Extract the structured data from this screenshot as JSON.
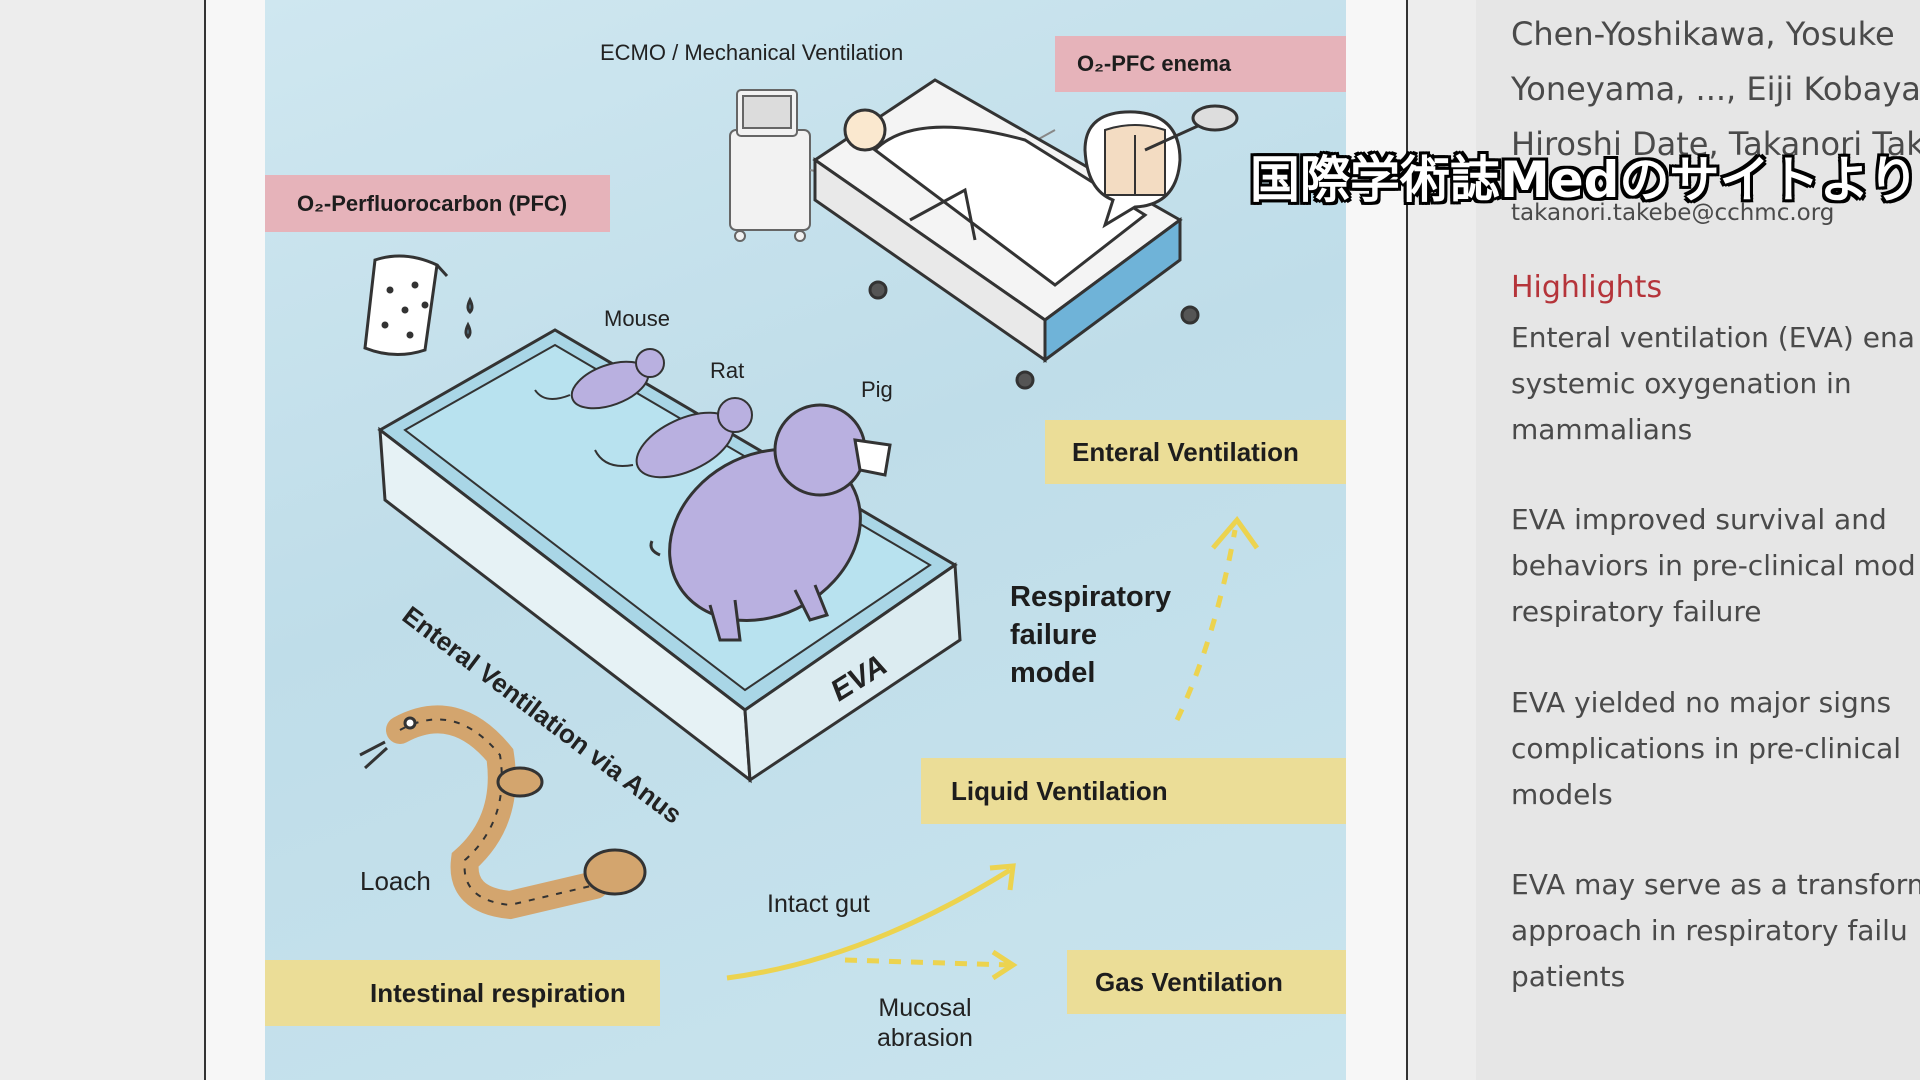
{
  "figure": {
    "ecmo_label": "ECMO / Mechanical Ventilation",
    "o2_pfc_enema": "O₂-PFC enema",
    "o2_pfc_label": "O₂-Perfluorocarbon (PFC)",
    "mouse_label": "Mouse",
    "rat_label": "Rat",
    "pig_label": "Pig",
    "tub_side_text": "Enteral Ventilation via Anus",
    "tub_front_text": "EVA",
    "enteral_ventilation": "Enteral Ventilation",
    "respiratory_failure_model": [
      "Respiratory",
      "failure",
      "model"
    ],
    "liquid_ventilation": "Liquid Ventilation",
    "loach_label": "Loach",
    "intact_gut": "Intact gut",
    "intestinal_respiration": "Intestinal respiration",
    "gas_ventilation": "Gas Ventilation",
    "mucosal_abrasion": [
      "Mucosal",
      "abrasion"
    ]
  },
  "right_panel": {
    "authors_line1": "Chen-Yoshikawa, Yosuke",
    "authors_line2": "Yoneyama, ..., Eiji Kobayas",
    "authors_line3": "Hiroshi Date, Takanori Take",
    "email": "takanori.takebe@cchmc.org",
    "highlights_heading": "Highlights",
    "highlights": [
      [
        "Enteral ventilation (EVA) ena",
        "systemic oxygenation in",
        "mammalians"
      ],
      [
        "EVA improved survival and",
        "behaviors in pre-clinical mod",
        "respiratory failure"
      ],
      [
        "EVA yielded no major signs",
        "complications in pre-clinical",
        "models"
      ],
      [
        "EVA may serve as a transform",
        "approach in respiratory failu",
        "patients"
      ]
    ]
  },
  "overlay_caption": "国際学術誌Medのサイトより",
  "colors": {
    "label_yellow": "#ebdd97",
    "label_pink": "#e6b3ba",
    "highlights_red": "#b5343a",
    "animal_purple": "#b9b0e0",
    "loach_brown": "#d3a56e",
    "arrow_yellow": "#ecd34f"
  }
}
